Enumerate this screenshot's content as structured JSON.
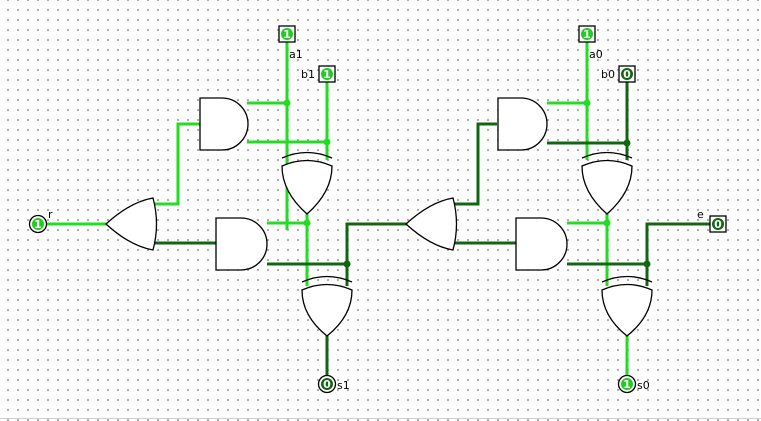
{
  "colors": {
    "wire_high": "#22dd22",
    "wire_low": "#116611",
    "pin_high_dot": "#22cc22",
    "pin_low_dot": "#116611",
    "gate_stroke": "#000000"
  },
  "pins": {
    "a1": {
      "label": "a1",
      "value": "1",
      "state": "high"
    },
    "b1": {
      "label": "b1",
      "value": "1",
      "state": "high"
    },
    "a0": {
      "label": "a0",
      "value": "1",
      "state": "high"
    },
    "b0": {
      "label": "b0",
      "value": "0",
      "state": "low"
    },
    "r": {
      "label": "r",
      "value": "1",
      "state": "high"
    },
    "e": {
      "label": "e",
      "value": "0",
      "state": "low"
    },
    "s1": {
      "label": "s1",
      "value": "0",
      "state": "low"
    },
    "s0": {
      "label": "s0",
      "value": "1",
      "state": "high"
    }
  },
  "gates": [
    {
      "id": "and-1",
      "type": "and"
    },
    {
      "id": "xor-1",
      "type": "xor"
    },
    {
      "id": "or-1",
      "type": "or"
    },
    {
      "id": "and-2",
      "type": "and"
    },
    {
      "id": "xor-2",
      "type": "xor"
    },
    {
      "id": "and-3",
      "type": "and"
    },
    {
      "id": "xor-3",
      "type": "xor"
    },
    {
      "id": "or-2",
      "type": "or"
    },
    {
      "id": "and-4",
      "type": "and"
    },
    {
      "id": "xor-4",
      "type": "xor"
    }
  ]
}
